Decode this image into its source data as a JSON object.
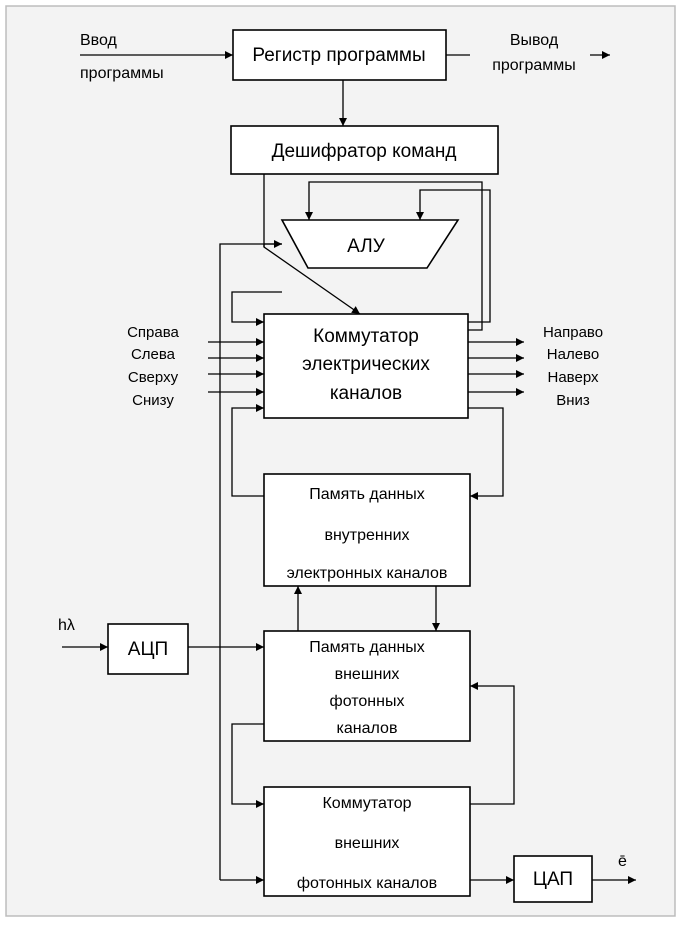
{
  "blocks": {
    "program_register": "Регистр программы",
    "command_decoder": "Дешифратор команд",
    "alu": "АЛУ",
    "electric_switch": [
      "Коммутатор",
      "электрических",
      "каналов"
    ],
    "internal_memory": [
      "Память данных",
      "внутренних",
      "электронных каналов"
    ],
    "external_memory": [
      "Память данных",
      "внешних",
      "фотонных",
      "каналов"
    ],
    "photon_switch": [
      "Коммутатор",
      "внешних",
      "фотонных каналов"
    ],
    "adc": "АЦП",
    "dac": "ЦАП"
  },
  "signals": {
    "program_input": [
      "Ввод",
      "программы"
    ],
    "program_output": [
      "Вывод",
      "программы"
    ],
    "inputs": [
      "Справа",
      "Слева",
      "Сверху",
      "Снизу"
    ],
    "outputs": [
      "Направо",
      "Налево",
      "Наверх",
      "Вниз"
    ],
    "light_input": "hλ",
    "electron_output": "ē"
  }
}
